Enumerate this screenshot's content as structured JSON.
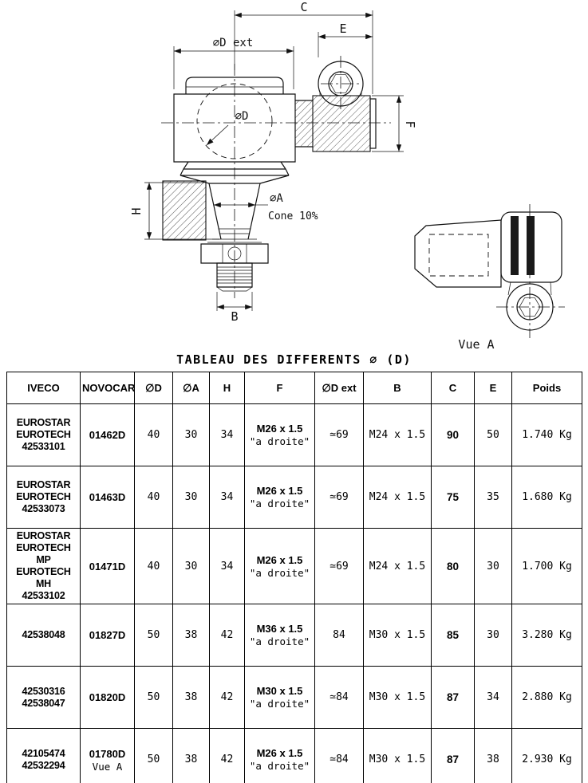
{
  "drawing": {
    "dim_c": "C",
    "dim_e": "E",
    "dim_d_ext": "∅D ext",
    "dim_d": "∅D",
    "dim_a": "∅A",
    "cone": "Cone 10%",
    "dim_h": "H",
    "dim_b": "B",
    "dim_f": "F",
    "vue_a": "Vue A"
  },
  "table": {
    "title": "TABLEAU DES DIFFERENTS  ∅ (D)",
    "headers": [
      "IVECO",
      "NOVOCAR",
      "∅D",
      "∅A",
      "H",
      "F",
      "∅D ext",
      "B",
      "C",
      "E",
      "Poids"
    ],
    "rows": [
      {
        "iveco": [
          "EUROSTAR",
          "EUROTECH",
          "42533101"
        ],
        "novocar": [
          "01462D"
        ],
        "d": "40",
        "a": "30",
        "h": "34",
        "f": [
          "M26 x 1.5",
          "\"a droite\""
        ],
        "d_ext": "≃69",
        "b": "M24 x 1.5",
        "c": "90",
        "e": "50",
        "poids": "1.740 Kg"
      },
      {
        "iveco": [
          "EUROSTAR",
          "EUROTECH",
          "42533073"
        ],
        "novocar": [
          "01463D"
        ],
        "d": "40",
        "a": "30",
        "h": "34",
        "f": [
          "M26 x 1.5",
          "\"a droite\""
        ],
        "d_ext": "≃69",
        "b": "M24 x 1.5",
        "c": "75",
        "e": "35",
        "poids": "1.680 Kg"
      },
      {
        "iveco": [
          "EUROSTAR",
          "EUROTECH MP",
          "EUROTECH MH",
          "42533102"
        ],
        "novocar": [
          "01471D"
        ],
        "d": "40",
        "a": "30",
        "h": "34",
        "f": [
          "M26 x 1.5",
          "\"a droite\""
        ],
        "d_ext": "≃69",
        "b": "M24 x 1.5",
        "c": "80",
        "e": "30",
        "poids": "1.700 Kg"
      },
      {
        "iveco": [
          "42538048"
        ],
        "novocar": [
          "01827D"
        ],
        "d": "50",
        "a": "38",
        "h": "42",
        "f": [
          "M36 x 1.5",
          "\"a droite\""
        ],
        "d_ext": "84",
        "b": "M30 x 1.5",
        "c": "85",
        "e": "30",
        "poids": "3.280 Kg"
      },
      {
        "iveco": [
          "42530316",
          "42538047"
        ],
        "novocar": [
          "01820D"
        ],
        "d": "50",
        "a": "38",
        "h": "42",
        "f": [
          "M30 x 1.5",
          "\"a droite\""
        ],
        "d_ext": "≃84",
        "b": "M30 x 1.5",
        "c": "87",
        "e": "34",
        "poids": "2.880 Kg"
      },
      {
        "iveco": [
          "42105474",
          "42532294"
        ],
        "novocar": [
          "01780D",
          "Vue A"
        ],
        "d": "50",
        "a": "38",
        "h": "42",
        "f": [
          "M26 x 1.5",
          "\"a droite\""
        ],
        "d_ext": "≃84",
        "b": "M30 x 1.5",
        "c": "87",
        "e": "38",
        "poids": "2.930 Kg"
      }
    ]
  }
}
